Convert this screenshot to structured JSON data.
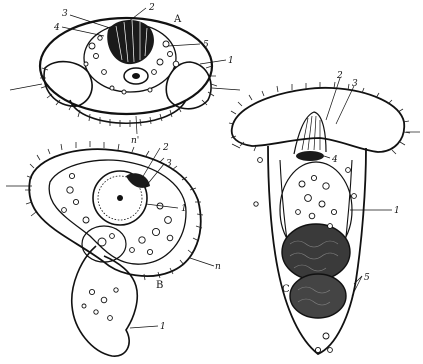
{
  "figure": {
    "panel_a": {
      "letter": "A",
      "labels": [
        "2",
        "3",
        "4",
        "5",
        "1",
        "n'"
      ]
    },
    "panel_b": {
      "letter": "B",
      "labels": [
        "2",
        "3",
        "1",
        "n",
        "1"
      ]
    },
    "panel_c": {
      "letter": "C",
      "labels": [
        "2",
        "3",
        "4",
        "1",
        "5"
      ]
    }
  }
}
